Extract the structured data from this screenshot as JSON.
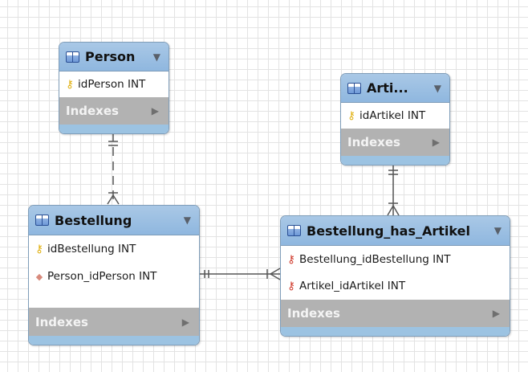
{
  "tables": {
    "person": {
      "title": "Person",
      "columns": [
        {
          "name": "idPerson INT",
          "key": "primary"
        }
      ],
      "indexes_label": "Indexes"
    },
    "artikel": {
      "title": "Arti...",
      "columns": [
        {
          "name": "idArtikel INT",
          "key": "primary"
        }
      ],
      "indexes_label": "Indexes"
    },
    "bestellung": {
      "title": "Bestellung",
      "columns": [
        {
          "name": "idBestellung INT",
          "key": "primary"
        },
        {
          "name": "Person_idPerson INT",
          "key": "foreign-column"
        }
      ],
      "indexes_label": "Indexes"
    },
    "bestellung_has_artikel": {
      "title": "Bestellung_has_Artikel",
      "columns": [
        {
          "name": "Bestellung_idBestellung INT",
          "key": "primary-foreign"
        },
        {
          "name": "Artikel_idArtikel INT",
          "key": "primary-foreign"
        }
      ],
      "indexes_label": "Indexes"
    }
  },
  "relationships": [
    {
      "from": "Person",
      "to": "Bestellung",
      "line": "dashed",
      "from_end": "one",
      "to_end": "many"
    },
    {
      "from": "Bestellung",
      "to": "Bestellung_has_Artikel",
      "line": "solid",
      "from_end": "one",
      "to_end": "many"
    },
    {
      "from": "Artikel",
      "to": "Bestellung_has_Artikel",
      "line": "solid",
      "from_end": "one",
      "to_end": "many"
    }
  ],
  "icons": {
    "table": "table-icon",
    "primary_key": "key-icon",
    "foreign_key": "red-key-icon",
    "foreign_column": "diamond-icon",
    "collapse": "triangle-down-icon",
    "expand": "triangle-right-icon"
  },
  "colors": {
    "header": "#a9c8e6",
    "footer": "#9cc3e2",
    "indexes_bar": "#b2b2b2",
    "primary_key": "#e0b010",
    "foreign_key": "#d03a2c",
    "line": "#555555"
  }
}
